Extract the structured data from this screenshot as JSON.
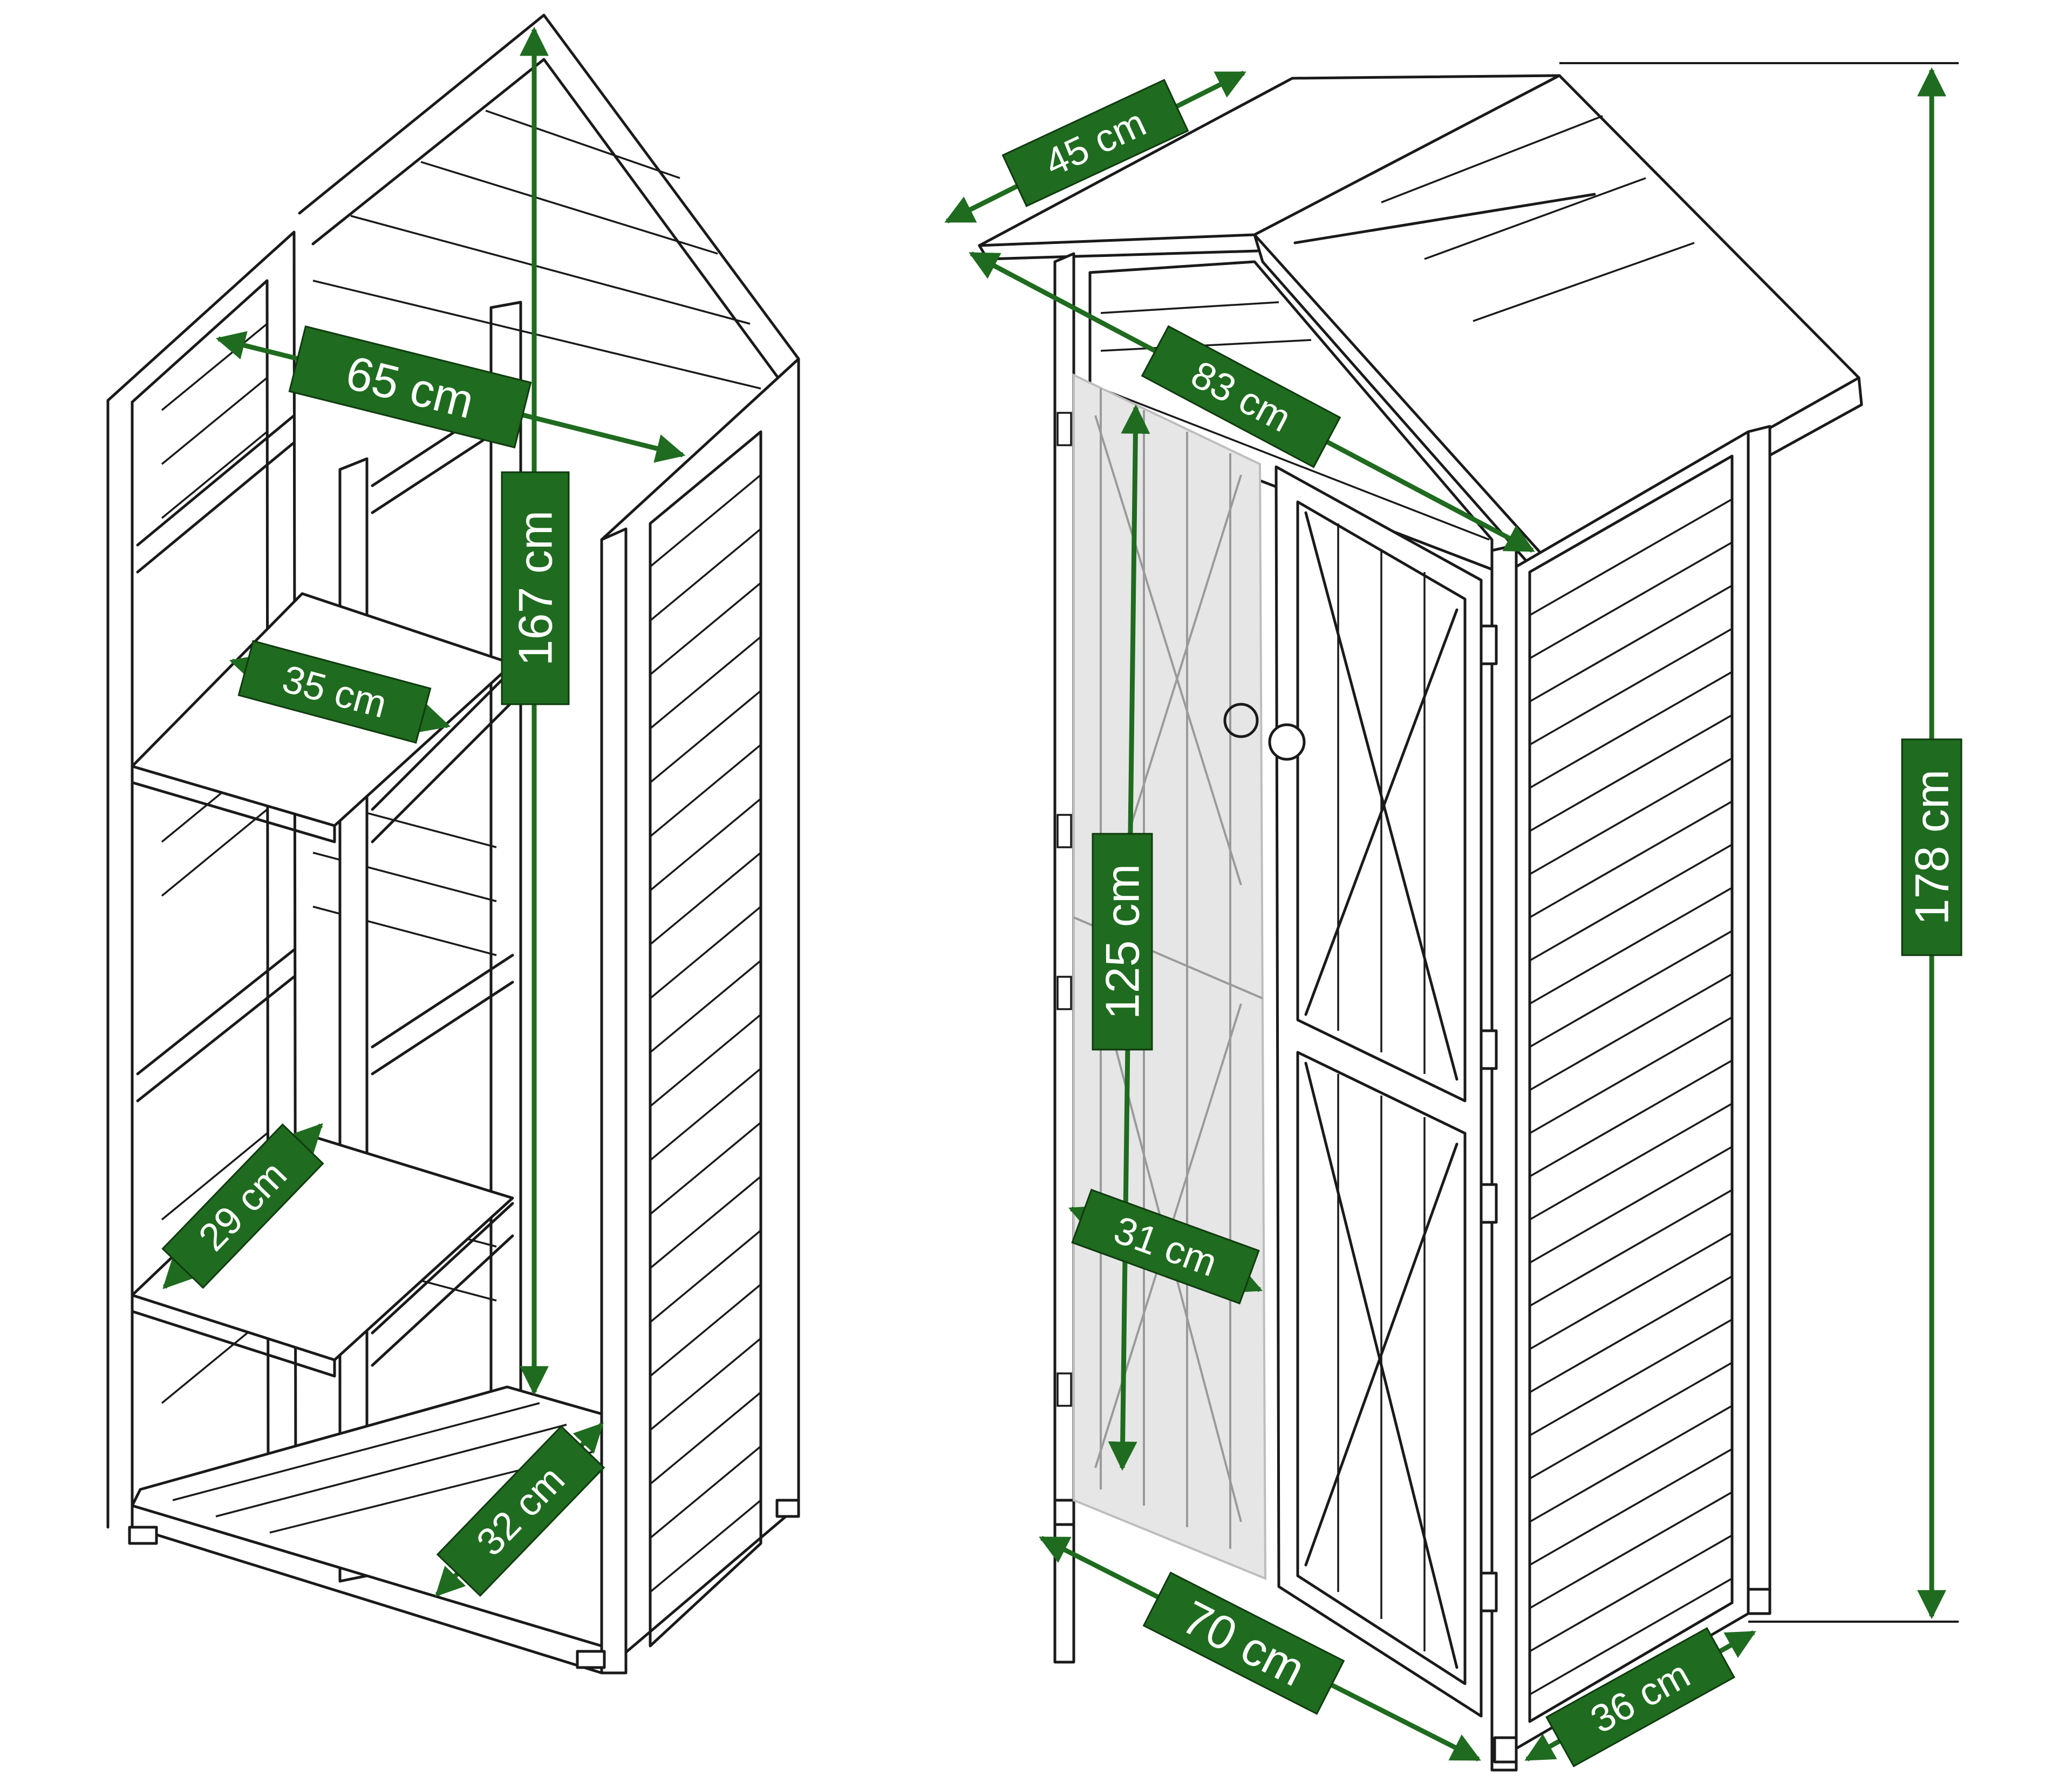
{
  "colors": {
    "dimension_green": "#1f6b1f",
    "outline": "#1a1a1a",
    "glass": "#e6e6e6"
  },
  "left_view": {
    "dims": {
      "width": "65 cm",
      "height": "167 cm",
      "shelf_width": "35 cm",
      "shelf_depth": "29 cm",
      "floor_depth": "32 cm"
    }
  },
  "right_view": {
    "dims": {
      "roof_depth": "45 cm",
      "roof_width": "83 cm",
      "door_height": "125 cm",
      "door_width": "31 cm",
      "total_height": "178 cm",
      "base_width": "70 cm",
      "base_depth": "36 cm"
    }
  }
}
